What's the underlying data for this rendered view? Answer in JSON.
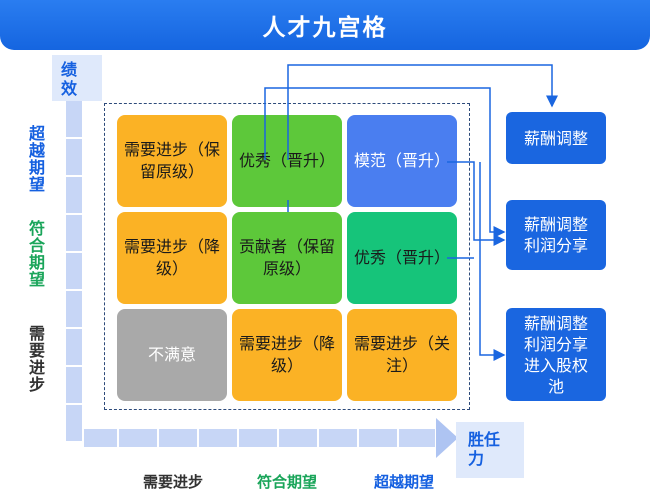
{
  "title": "人才九宫格",
  "y_axis": {
    "label": "绩效",
    "levels": [
      "超越期望",
      "符合期望",
      "需要进步"
    ],
    "level_colors": [
      "#1560e0",
      "#1aa55a",
      "#333333"
    ]
  },
  "x_axis": {
    "label": "胜任力",
    "levels": [
      "需要进步",
      "符合期望",
      "超越期望"
    ],
    "level_colors": [
      "#333333",
      "#1aa55a",
      "#1560e0"
    ]
  },
  "grid": [
    {
      "text": "需要进步（保留原级）",
      "color": "orange"
    },
    {
      "text": "优秀（晋升）",
      "color": "green"
    },
    {
      "text": "模范（晋升）",
      "color": "blue"
    },
    {
      "text": "需要进步（降级）",
      "color": "orange"
    },
    {
      "text": "贡献者（保留原级）",
      "color": "green"
    },
    {
      "text": "优秀（晋升）",
      "color": "teal"
    },
    {
      "text": "不满意",
      "color": "gray"
    },
    {
      "text": "需要进步（降级）",
      "color": "orange"
    },
    {
      "text": "需要进步（关注）",
      "color": "orange"
    }
  ],
  "outcomes": [
    "薪酬调整",
    "薪酬调整利润分享",
    "薪酬调整利润分享进入股权池"
  ]
}
